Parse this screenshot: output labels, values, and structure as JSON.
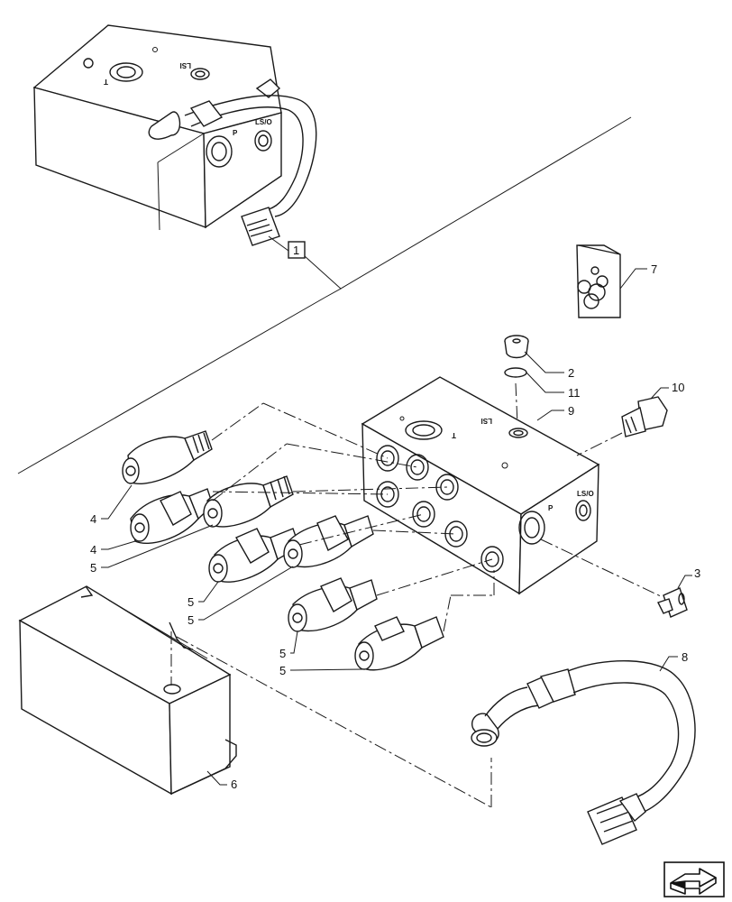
{
  "callouts": {
    "c1": "1",
    "c2": "2",
    "c3": "3",
    "c4a": "4",
    "c4b": "4",
    "c5a": "5",
    "c5b": "5",
    "c5c": "5",
    "c5d": "5",
    "c5e": "5",
    "c6": "6",
    "c7": "7",
    "c8": "8",
    "c9": "9",
    "c10": "10",
    "c11": "11"
  },
  "ports": {
    "top_t": "T",
    "top_ls": "LSI",
    "top_p": "P",
    "top_lso": "LS/O",
    "bot_t": "T",
    "bot_ls": "LSI",
    "bot_p": "P",
    "bot_lso": "LS/O"
  },
  "icons": {
    "nav": "next-page-arrow-icon"
  }
}
